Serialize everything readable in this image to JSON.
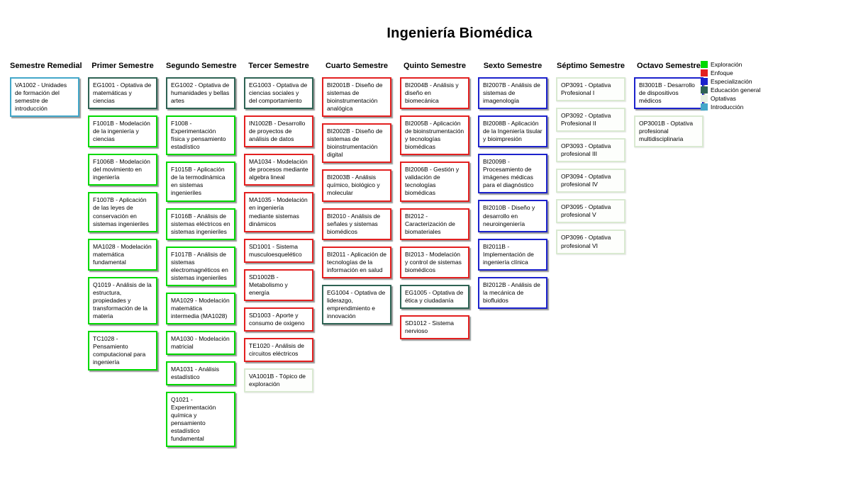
{
  "title": "Ingeniería Biomédica",
  "legend": {
    "items": [
      {
        "label": "Exploración",
        "color": "#00d900"
      },
      {
        "label": "Enfoque",
        "color": "#e32020"
      },
      {
        "label": "Especialización",
        "color": "#1c22cc"
      },
      {
        "label": "Educación general",
        "color": "#2e6354"
      },
      {
        "label": "Optativas",
        "color": "#e7f0e2"
      },
      {
        "label": "Introducción",
        "color": "#43a7c9"
      }
    ]
  },
  "category_colors": {
    "exploracion": "#00d900",
    "enfoque": "#e32020",
    "especializacion": "#1c22cc",
    "educacion_general": "#2e6354",
    "optativas": "#d9e9d1",
    "introduccion": "#43a7c9"
  },
  "columns": [
    {
      "header": "Semestre Remedial",
      "courses": [
        {
          "label": "VA1002 - Unidades de formación del semestre de introducción",
          "category": "introduccion"
        }
      ]
    },
    {
      "header": "Primer Semestre",
      "courses": [
        {
          "label": "EG1001 - Optativa de matemáticas y ciencias",
          "category": "educacion_general"
        },
        {
          "label": "F1001B - Modelación de la ingeniería y ciencias",
          "category": "exploracion"
        },
        {
          "label": "F1006B - Modelación del movimiento en ingeniería",
          "category": "exploracion"
        },
        {
          "label": "F1007B - Aplicación de las leyes de conservación en sistemas ingenieriles",
          "category": "exploracion"
        },
        {
          "label": "MA1028 - Modelación matemática fundamental",
          "category": "exploracion"
        },
        {
          "label": "Q1019 - Análisis de la estructura, propiedades y transformación de la materia",
          "category": "exploracion"
        },
        {
          "label": "TC1028 - Pensamiento computacional para ingeniería",
          "category": "exploracion"
        }
      ]
    },
    {
      "header": "Segundo Semestre",
      "courses": [
        {
          "label": "EG1002 - Optativa de humanidades y bellas artes",
          "category": "educacion_general"
        },
        {
          "label": "F1008 - Experimentación física y pensamiento estadístico",
          "category": "exploracion"
        },
        {
          "label": "F1015B - Aplicación de la termodinámica en sistemas ingenieriles",
          "category": "exploracion"
        },
        {
          "label": "F1016B - Análisis de sistemas eléctricos en sistemas ingenieriles",
          "category": "exploracion"
        },
        {
          "label": "F1017B - Análisis de sistemas electromagnéticos en sistemas ingenieriles",
          "category": "exploracion"
        },
        {
          "label": "MA1029 - Modelación matemática intermedia (MA1028)",
          "category": "exploracion"
        },
        {
          "label": "MA1030 - Modelación matricial",
          "category": "exploracion"
        },
        {
          "label": "MA1031 - Análisis estadístico",
          "category": "exploracion"
        },
        {
          "label": "Q1021 - Experimentación química y pensamiento estadístico fundamental",
          "category": "exploracion"
        }
      ]
    },
    {
      "header": "Tercer Semestre",
      "courses": [
        {
          "label": "EG1003 - Optativa de ciencias sociales y del comportamiento",
          "category": "educacion_general"
        },
        {
          "label": "IN1002B - Desarrollo de proyectos de análisis de datos",
          "category": "enfoque"
        },
        {
          "label": "MA1034 - Modelación de procesos mediante algebra lineal",
          "category": "enfoque"
        },
        {
          "label": "MA1035 - Modelación en ingeniería mediante sistemas dinámicos",
          "category": "enfoque"
        },
        {
          "label": "SD1001 - Sistema musculoesquelético",
          "category": "enfoque"
        },
        {
          "label": "SD1002B - Metabolismo y energía",
          "category": "enfoque"
        },
        {
          "label": "SD1003 - Aporte y consumo de oxigeno",
          "category": "enfoque"
        },
        {
          "label": "TE1020 - Análisis de circuitos eléctricos",
          "category": "enfoque"
        },
        {
          "label": "VA1001B - Tópico de exploración",
          "category": "optativas"
        }
      ]
    },
    {
      "header": "Cuarto Semestre",
      "courses": [
        {
          "label": "BI2001B - Diseño de sistemas de bioinstrumentación analógica",
          "category": "enfoque"
        },
        {
          "label": "BI2002B - Diseño de sistemas de bioinstrumentación digital",
          "category": "enfoque"
        },
        {
          "label": "BI2003B - Análisis químico, biológico y molecular",
          "category": "enfoque"
        },
        {
          "label": "BI2010 - Análisis de señales y sistemas biomédicos",
          "category": "enfoque"
        },
        {
          "label": "BI2011 - Aplicación de tecnologías de la información en salud",
          "category": "enfoque"
        },
        {
          "label": "EG1004 - Optativa de liderazgo, emprendimiento e innovación",
          "category": "educacion_general"
        }
      ]
    },
    {
      "header": "Quinto Semestre",
      "courses": [
        {
          "label": "BI2004B - Análisis y diseño en biomecánica",
          "category": "enfoque"
        },
        {
          "label": "BI2005B - Aplicación de bioinstrumentación y tecnologías biomédicas",
          "category": "enfoque"
        },
        {
          "label": "BI2006B - Gestión y validación de tecnologías biomédicas",
          "category": "enfoque"
        },
        {
          "label": "BI2012 - Caracterización de biomateriales",
          "category": "enfoque"
        },
        {
          "label": "BI2013 - Modelación y control de sistemas biomédicos",
          "category": "enfoque"
        },
        {
          "label": "EG1005 - Optativa de ética y ciudadanía",
          "category": "educacion_general"
        },
        {
          "label": "SD1012 - Sistema nervioso",
          "category": "enfoque"
        }
      ]
    },
    {
      "header": "Sexto Semestre",
      "courses": [
        {
          "label": "BI2007B - Análisis de sistemas de imagenología",
          "category": "especializacion"
        },
        {
          "label": "BI2008B - Aplicación de la Ingeniería tisular y bioimpresión",
          "category": "especializacion"
        },
        {
          "label": "BI2009B - Procesamiento de imágenes médicas para el diagnóstico",
          "category": "especializacion"
        },
        {
          "label": "BI2010B - Diseño y desarrollo en neuroingeniería",
          "category": "especializacion"
        },
        {
          "label": "BI2011B - Implementación de ingeniería clínica",
          "category": "especializacion"
        },
        {
          "label": "BI2012B - Análisis de la mecánica de biofluidos",
          "category": "especializacion"
        }
      ]
    },
    {
      "header": "Séptimo Semestre",
      "courses": [
        {
          "label": "OP3091 - Optativa Profesional I",
          "category": "optativas"
        },
        {
          "label": "OP3092 - Optativa Profesional II",
          "category": "optativas"
        },
        {
          "label": "OP3093 - Optativa profesional III",
          "category": "optativas"
        },
        {
          "label": "OP3094 - Optativa profesional IV",
          "category": "optativas"
        },
        {
          "label": "OP3095 - Optativa profesional V",
          "category": "optativas"
        },
        {
          "label": "OP3096 - Optativa profesional VI",
          "category": "optativas"
        }
      ]
    },
    {
      "header": "Octavo Semestre",
      "courses": [
        {
          "label": "BI3001B - Desarrollo de dispositivos médicos",
          "category": "especializacion"
        },
        {
          "label": "OP3001B - Optativa profesional multidisciplinaria",
          "category": "optativas"
        }
      ]
    }
  ]
}
